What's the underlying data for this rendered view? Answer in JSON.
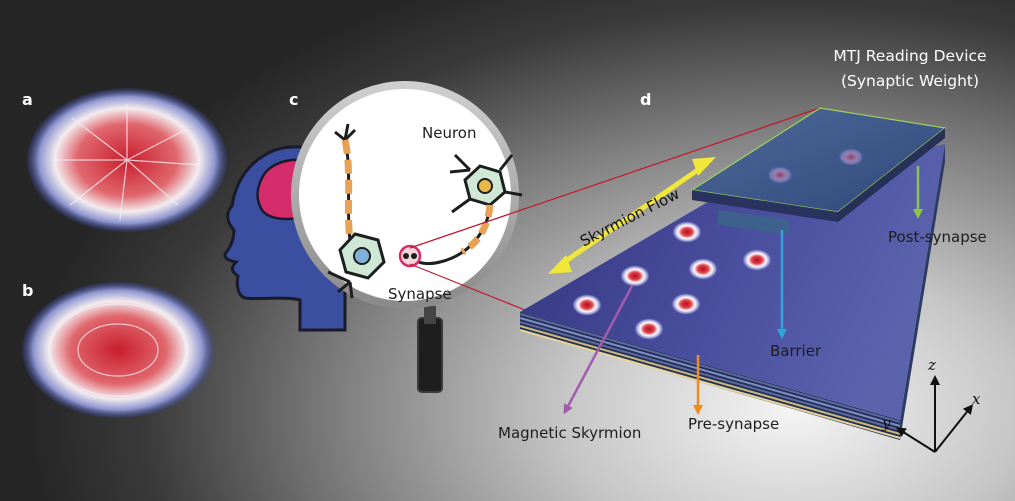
{
  "panels": {
    "a": "a",
    "b": "b",
    "c": "c",
    "d": "d"
  },
  "labels": {
    "device_title_line1": "MTJ Reading Device",
    "device_title_line2": "(Synaptic Weight)",
    "neuron": "Neuron",
    "synapse": "Synapse",
    "skyrmion_flow": "Skyrmion Flow",
    "post_synapse": "Post-synapse",
    "barrier": "Barrier",
    "pre_synapse": "Pre-synapse",
    "magnetic_skyrmion": "Magnetic Skyrmion"
  },
  "axes": {
    "z": "z",
    "x": "x",
    "y": "y"
  },
  "colors": {
    "skyrmion_core": "#d8283a",
    "skyrmion_edge": "#3f4fae",
    "device_top": "#4a4d9e",
    "flow_arrow": "#f1e63a",
    "post_synapse": "#8cc63f",
    "barrier": "#2aa7dc",
    "pre_synapse": "#f08c1e",
    "magnetic_skyrmion": "#a15cb0",
    "head": "#3a4fa0",
    "brain": "#d52d6b"
  }
}
